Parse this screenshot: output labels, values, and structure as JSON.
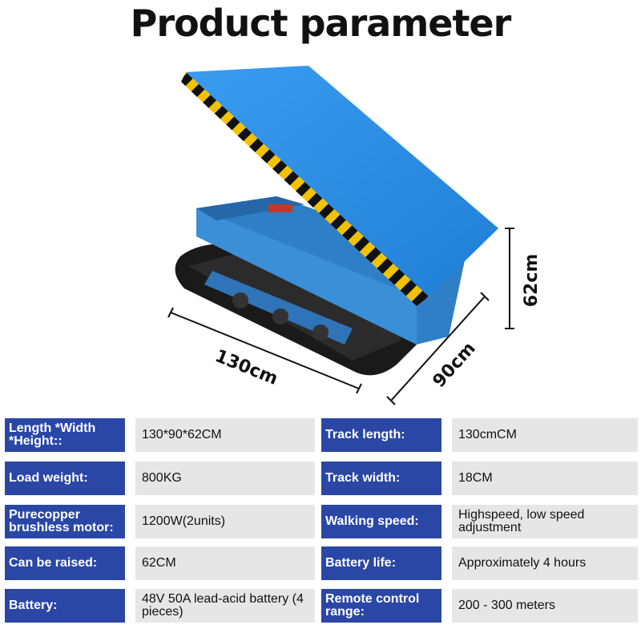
{
  "page": {
    "title": "Product parameter"
  },
  "dimensions": {
    "length": "130cm",
    "width": "90cm",
    "height": "62cm"
  },
  "specs": [
    {
      "label_left": "Length *Width *Height::",
      "value_left": "130*90*62CM",
      "label_right": "Track length:",
      "value_right": "130cmCM"
    },
    {
      "label_left": "Load weight:",
      "value_left": "800KG",
      "label_right": "Track width:",
      "value_right": "18CM"
    },
    {
      "label_left": "Purecopper brushless motor:",
      "value_left": "1200W(2units)",
      "label_right": "Walking speed:",
      "value_right": "Highspeed, low speed adjustment"
    },
    {
      "label_left": "Can be raised:",
      "value_left": "62CM",
      "label_right": "Battery life:",
      "value_right": "Approximately 4 hours"
    },
    {
      "label_left": "Battery:",
      "value_left": "48V 50A  lead-acid battery (4 pieces)",
      "label_right": "Remote control range:",
      "value_right": "200 - 300 meters"
    }
  ],
  "colors": {
    "label_bg": "#2a47a6",
    "value_bg": "#e6e6e6",
    "body_blue": "#2f7fc6",
    "lid_blue": "#2b8de0"
  }
}
